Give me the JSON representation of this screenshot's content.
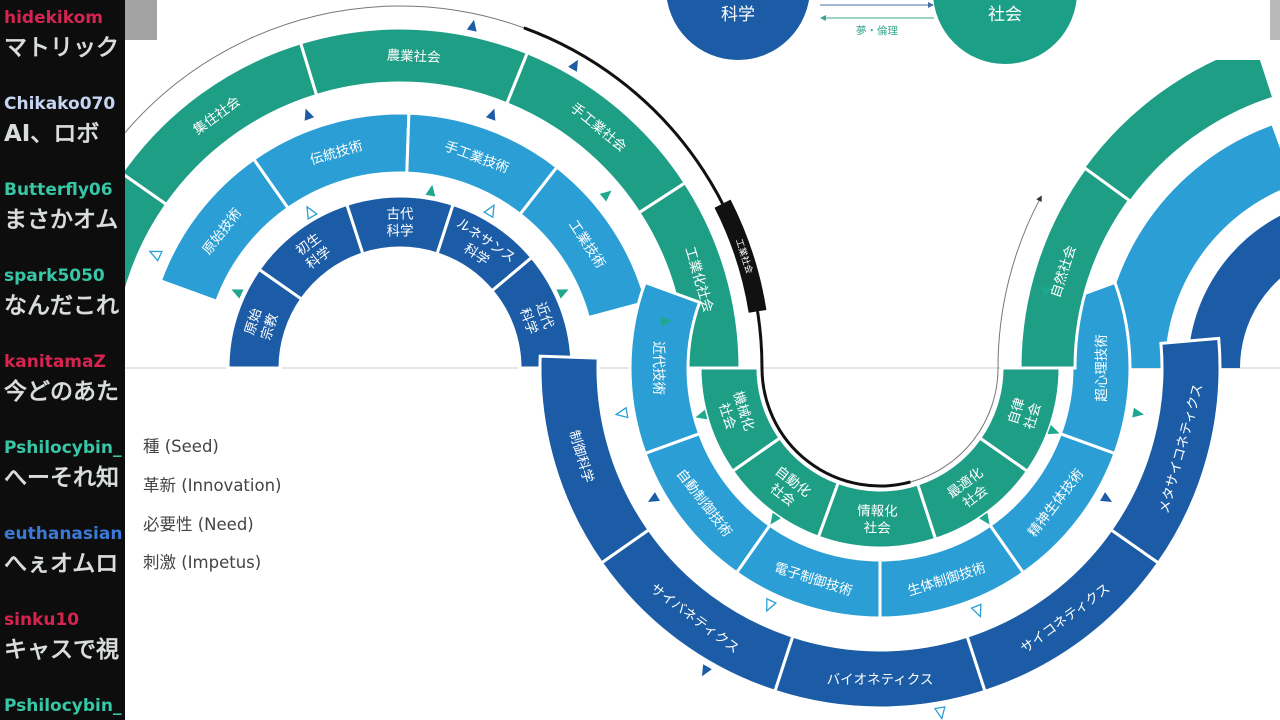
{
  "chat": [
    {
      "name": "hidekikom",
      "message": "マトリック",
      "color": "#d62450"
    },
    {
      "name": "Chikako070",
      "message": "AI、ロボ",
      "color": "#c6d6f2"
    },
    {
      "name": "Butterfly06",
      "message": "まさかオム",
      "color": "#37c6a6"
    },
    {
      "name": "spark5050",
      "message": "なんだこれ",
      "color": "#37c6a6"
    },
    {
      "name": "kanitamaZ",
      "message": "今どのあた",
      "color": "#d62450"
    },
    {
      "name": "Pshilocybin_",
      "message": "へーそれ知",
      "color": "#37c6a6"
    },
    {
      "name": "euthanasian",
      "message": "へぇオムロ",
      "color": "#3a7ad6"
    },
    {
      "name": "sinku10",
      "message": "キャスで視",
      "color": "#d62450"
    },
    {
      "name": "Pshilocybin_",
      "message": "",
      "color": "#37c6a6"
    }
  ],
  "top": {
    "science_circle": "科学",
    "society_circle": "社会",
    "arrow_label": "夢・倫理"
  },
  "legend": [
    "種 (Seed)",
    "革新 (Innovation)",
    "必要性 (Need)",
    "刺激 (Impetus)"
  ],
  "industrial_society_marker": "工業社会",
  "colors": {
    "science": "#1c5ca6",
    "technology": "#2b9fd5",
    "society": "#1f9e86",
    "line": "#111111"
  },
  "rings": {
    "left_science": [
      "原始\n宗教",
      "初生\n科学",
      "古代\n科学",
      "ルネサンス\n科学",
      "近代\n科学"
    ],
    "left_technology": [
      "原始技術",
      "伝統技術",
      "手工業技術",
      "工業技術"
    ],
    "left_society": [
      "",
      "集住社会",
      "農業社会",
      "手工業社会",
      "工業化社会"
    ],
    "right_society": [
      "機械化\n社会",
      "自動化\n社会",
      "情報化\n社会",
      "最適化\n社会",
      "自律\n社会"
    ],
    "right_technology": [
      "近代技術",
      "自動制御技術",
      "電子制御技術",
      "生体制御技術",
      "精神生体技術",
      "超心理技術"
    ],
    "right_science": [
      "制御科学",
      "サイバネティクス",
      "バイオネティクス",
      "サイコネティクス",
      "メタサイコネティクス"
    ],
    "next_society": [
      "自然社会"
    ]
  }
}
